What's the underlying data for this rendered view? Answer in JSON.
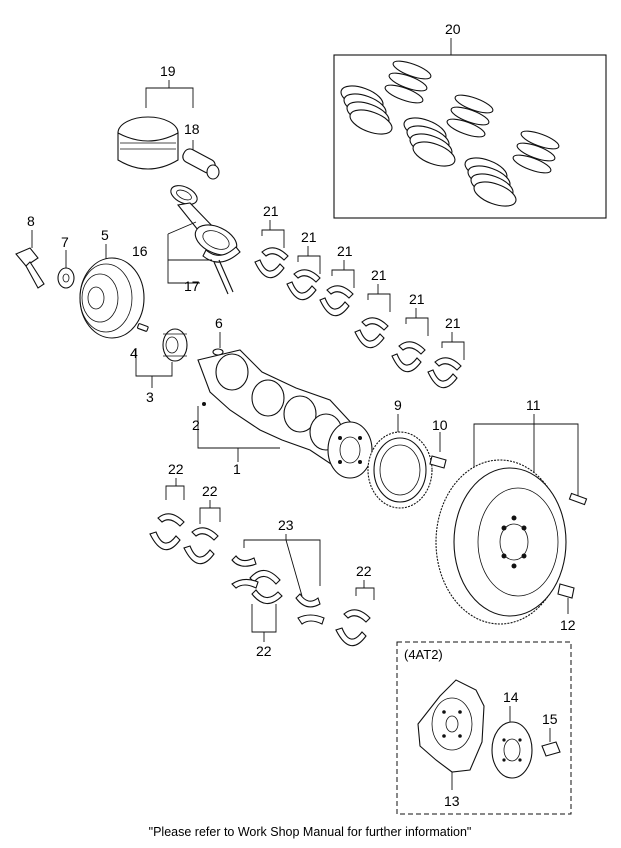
{
  "diagram": {
    "callouts": [
      "1",
      "2",
      "3",
      "4",
      "5",
      "6",
      "7",
      "8",
      "9",
      "10",
      "11",
      "12",
      "13",
      "14",
      "15",
      "16",
      "17",
      "18",
      "19",
      "20",
      "21",
      "22",
      "23"
    ],
    "repeat_label_21": "21",
    "repeat_label_22": "22",
    "variant_box_label": "(4AT2)",
    "footer_note": "\"Please refer to Work Shop Manual for further information\""
  }
}
